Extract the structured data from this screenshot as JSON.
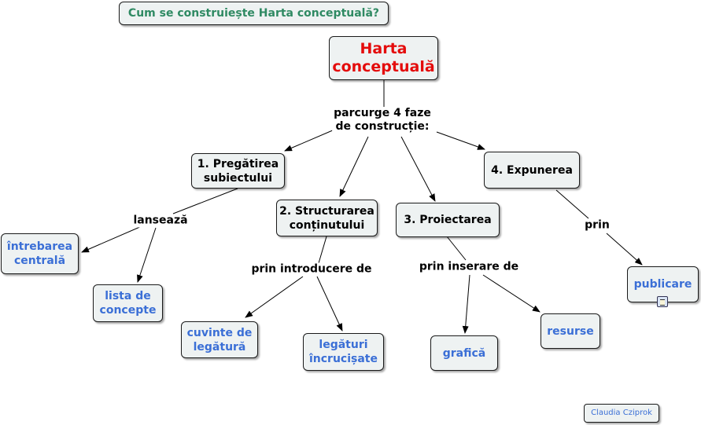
{
  "title": "Cum se construiește Harta conceptuală?",
  "author": "Claudia Cziprok",
  "colors": {
    "node_fill": "#eef2f2",
    "main_text": "#e40c0c",
    "concept_text": "#3b6fd6",
    "title_text": "#2f8a63",
    "link": "#000000"
  },
  "nodes": {
    "main": "Harta\nconceptuală",
    "phase1": "1. Pregătirea\nsubiectului",
    "phase2": "2. Structurarea\nconținutului",
    "phase3": "3. Proiectarea",
    "phase4": "4. Expunerea",
    "intrebarea": "întrebarea\ncentrală",
    "lista": "lista de\nconcepte",
    "cuvinte": "cuvinte de\nlegătură",
    "legaturi": "legături\nîncrucișate",
    "grafica": "grafică",
    "resurse": "resurse",
    "publicare": "publicare"
  },
  "labels": {
    "parcurge": "parcurge 4 faze\nde construcție:",
    "lanseaza": "lansează",
    "prin_introducere": "prin introducere de",
    "prin_inserare": "prin inserare de",
    "prin": "prin"
  },
  "icons": {
    "note": "note-icon"
  }
}
